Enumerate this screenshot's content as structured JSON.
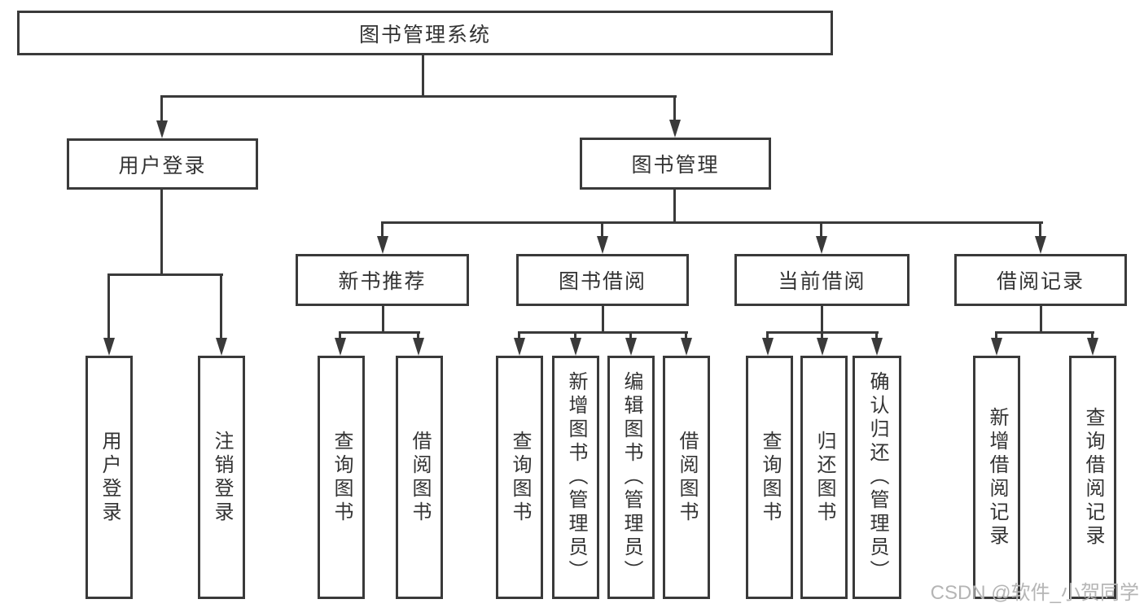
{
  "tree": {
    "label": "图书管理系统",
    "children": [
      {
        "label": "用户登录",
        "children": [
          {
            "label": "用户登录"
          },
          {
            "label": "注销登录"
          }
        ]
      },
      {
        "label": "图书管理",
        "children": [
          {
            "label": "新书推荐",
            "children": [
              {
                "label": "查询图书"
              },
              {
                "label": "借阅图书"
              }
            ]
          },
          {
            "label": "图书借阅",
            "children": [
              {
                "label": "查询图书"
              },
              {
                "label": "新增图书（管理员）"
              },
              {
                "label": "编辑图书（管理员）"
              },
              {
                "label": "借阅图书"
              }
            ]
          },
          {
            "label": "当前借阅",
            "children": [
              {
                "label": "查询图书"
              },
              {
                "label": "归还图书"
              },
              {
                "label": "确认归还（管理员）"
              }
            ]
          },
          {
            "label": "借阅记录",
            "children": [
              {
                "label": "新增借阅记录"
              },
              {
                "label": "查询借阅记录"
              }
            ]
          }
        ]
      }
    ]
  },
  "watermark": {
    "text": "CSDN @软件_小贺同学"
  },
  "colors": {
    "line": "#3a3a3a",
    "text": "#333333",
    "watermark": "#b5b5b5",
    "background": "#ffffff"
  }
}
